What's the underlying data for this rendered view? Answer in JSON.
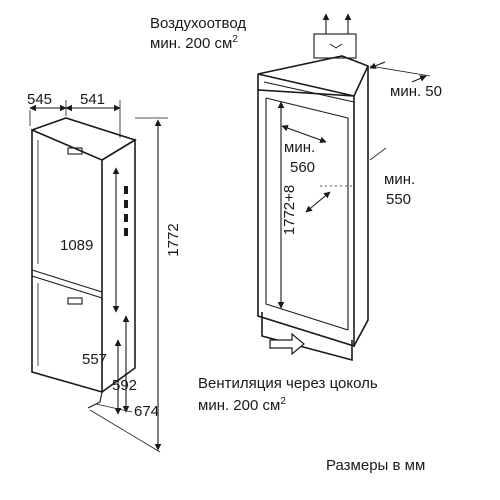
{
  "labels": {
    "air_outlet_line1": "Воздухоотвод",
    "air_outlet_line2_prefix": "мин. 200 см",
    "air_outlet_line2_sup": "2",
    "min_50": "мин. 50",
    "min_560_line1": "мин.",
    "min_560_line2": "560",
    "min_550_line1": "мин.",
    "min_550_line2": "550",
    "niche_height": "1772+8",
    "plinth_vent_line1": "Вентиляция через цоколь",
    "plinth_vent_line2_prefix": "мин. 200 см",
    "plinth_vent_line2_sup": "2",
    "units_note": "Размеры в мм"
  },
  "dimensions": {
    "depth_total": "545",
    "depth_body": "541",
    "height_total": "1772",
    "height_upper": "1089",
    "dim_557": "557",
    "dim_592": "592",
    "dim_674": "674"
  }
}
